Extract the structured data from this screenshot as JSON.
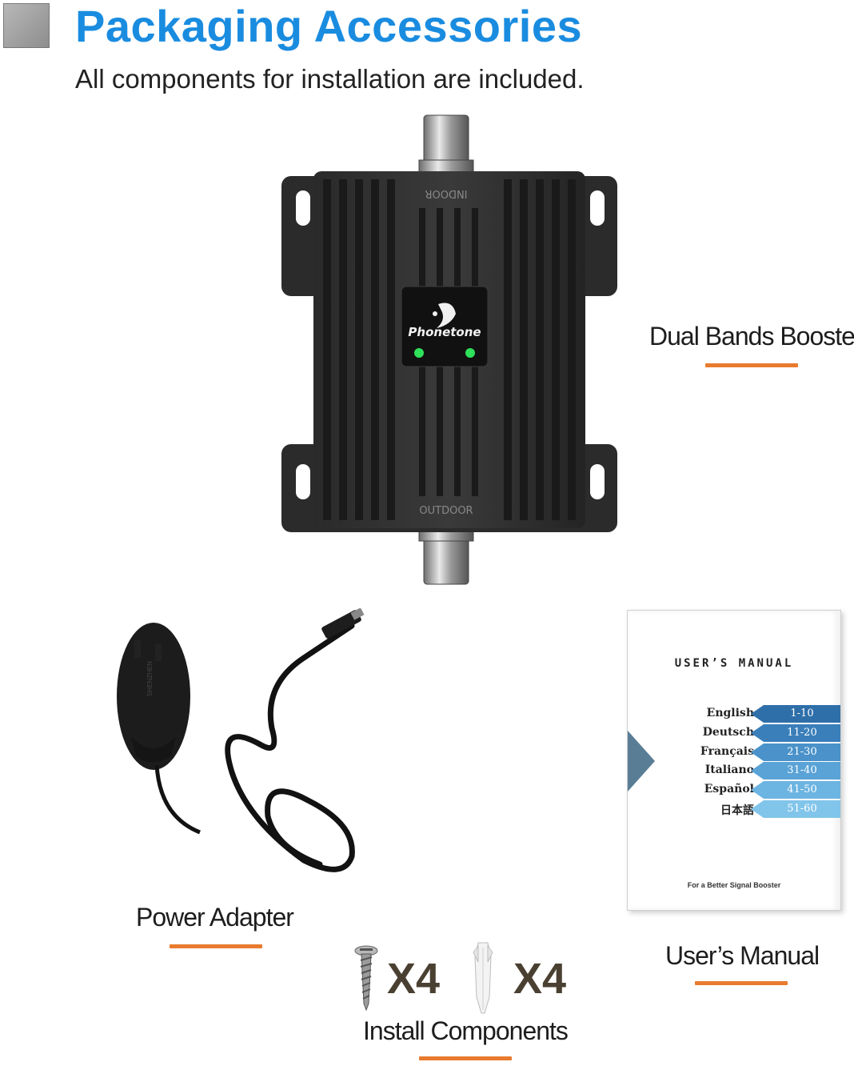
{
  "header": {
    "title": "Packaging Accessories",
    "subtitle": "All components for installation are included."
  },
  "booster": {
    "label": "Dual Bands Booster",
    "brand": "Phonetone",
    "port_top": "INDOOR",
    "port_bottom": "OUTDOOR",
    "led_color": "#2fe05a"
  },
  "adapter": {
    "label": "Power Adapter",
    "marking": "SHENZHEN"
  },
  "manual": {
    "label": "User’s Manual",
    "title": "USER’S MANUAL",
    "footer": "For a Better Signal Booster",
    "sections": [
      {
        "lang": "English",
        "pages": "1-10",
        "color": "#2f6fa9"
      },
      {
        "lang": "Deutsch",
        "pages": "11-20",
        "color": "#3a7fba"
      },
      {
        "lang": "Français",
        "pages": "21-30",
        "color": "#4a92c9"
      },
      {
        "lang": "Italiano",
        "pages": "31-40",
        "color": "#5aa3d6"
      },
      {
        "lang": "Español",
        "pages": "41-50",
        "color": "#6cb4e1"
      },
      {
        "lang": "日本語",
        "pages": "51-60",
        "color": "#82c5ea"
      }
    ]
  },
  "install": {
    "label": "Install Components",
    "screw_qty": "X4",
    "anchor_qty": "X4"
  },
  "colors": {
    "title_blue": "#1a8ce0",
    "underline_orange": "#e87b2e"
  }
}
